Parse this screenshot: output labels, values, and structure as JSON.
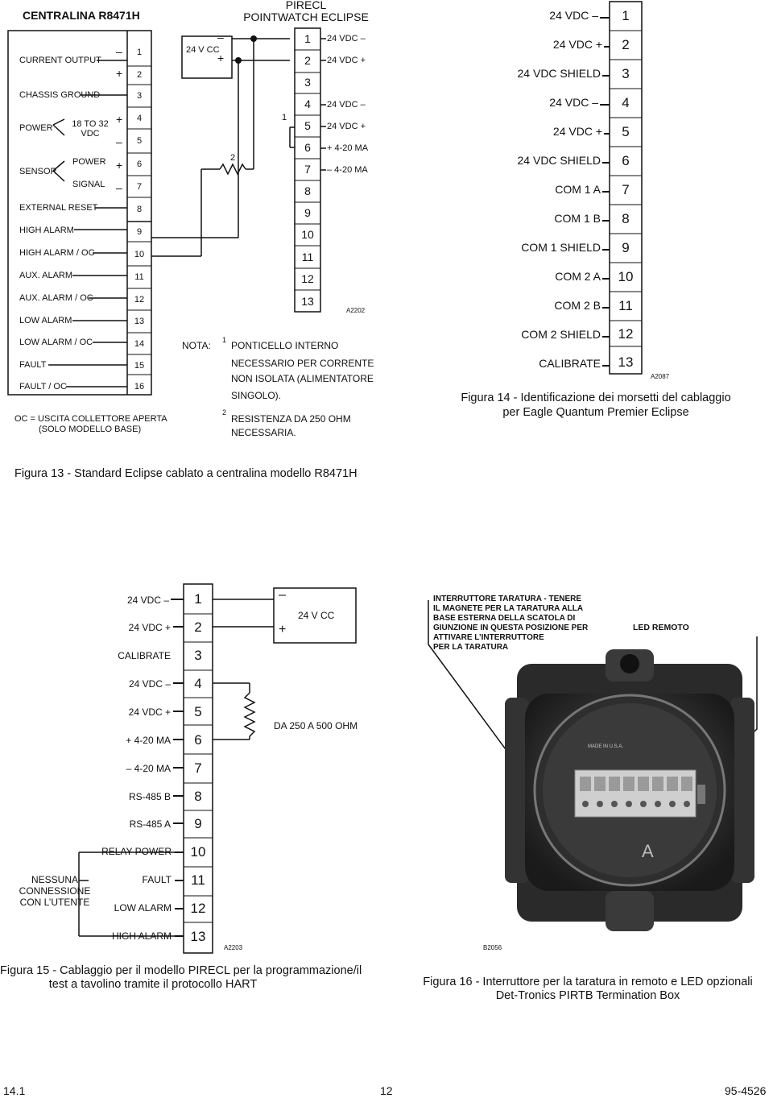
{
  "fig13": {
    "title": "CENTRALINA R8471H",
    "pointwatch_title_1": "PIRECL",
    "pointwatch_title_2": "POINTWATCH ECLIPSE",
    "left_labels": {
      "current_output": "CURRENT OUTPUT",
      "chassis_ground": "CHASSIS GROUND",
      "power": "POWER",
      "power_range_1": "18 TO 32",
      "power_range_2": "VDC",
      "sensor": "SENSOR",
      "sensor_power": "POWER",
      "sensor_signal": "SIGNAL",
      "external_reset": "EXTERNAL RESET",
      "high_alarm": "HIGH ALARM",
      "high_alarm_oc": "HIGH ALARM / OC",
      "aux_alarm": "AUX. ALARM",
      "aux_alarm_oc": "AUX. ALARM / OC",
      "low_alarm": "LOW ALARM",
      "low_alarm_oc": "LOW ALARM / OC",
      "fault": "FAULT",
      "fault_oc": "FAULT / OC"
    },
    "terminal_numbers": [
      "1",
      "2",
      "3",
      "4",
      "5",
      "6",
      "7",
      "8",
      "9",
      "10",
      "11",
      "12",
      "13",
      "14",
      "15",
      "16"
    ],
    "polarity": {
      "minus": "–",
      "plus": "+"
    },
    "oc_note_1": "OC = USCITA COLLETTORE APERTA",
    "oc_note_2": "(SOLO MODELLO BASE)",
    "supply_label": "24 V CC",
    "pirecl_numbers": [
      "1",
      "2",
      "3",
      "4",
      "5",
      "6",
      "7",
      "8",
      "9",
      "10",
      "11",
      "12",
      "13"
    ],
    "pirecl_labels": {
      "t1": "24 VDC –",
      "t2": "24 VDC +",
      "t4": "24 VDC –",
      "t5": "24 VDC +",
      "t6": "+ 4-20 MA",
      "t7": "– 4-20 MA"
    },
    "note_marker_1": "1",
    "note_marker_2": "2",
    "code": "A2202",
    "nota_label": "NOTA:",
    "note1_lines": [
      "PONTICELLO INTERNO",
      "NECESSARIO PER CORRENTE",
      "NON ISOLATA (ALIMENTATORE",
      "SINGOLO)."
    ],
    "note2_lines": [
      "RESISTENZA DA 250 OHM",
      "NECESSARIA."
    ],
    "caption": "Figura 13 - Standard Eclipse cablato a centralina modello R8471H"
  },
  "fig14": {
    "labels": [
      "24 VDC –",
      "24 VDC +",
      "24 VDC SHIELD",
      "24 VDC –",
      "24 VDC +",
      "24 VDC SHIELD",
      "COM 1 A",
      "COM 1 B",
      "COM 1 SHIELD",
      "COM 2 A",
      "COM 2 B",
      "COM 2 SHIELD",
      "CALIBRATE"
    ],
    "numbers": [
      "1",
      "2",
      "3",
      "4",
      "5",
      "6",
      "7",
      "8",
      "9",
      "10",
      "11",
      "12",
      "13"
    ],
    "code": "A2087",
    "caption_1": "Figura 14 - Identificazione dei morsetti del cablaggio",
    "caption_2": "per Eagle Quantum Premier Eclipse"
  },
  "fig15": {
    "labels": [
      "24 VDC –",
      "24 VDC +",
      "CALIBRATE",
      "24 VDC –",
      "24 VDC +",
      "+ 4-20 MA",
      "– 4-20 MA",
      "RS-485 B",
      "RS-485 A",
      "RELAY POWER",
      "FAULT",
      "LOW ALARM",
      "HIGH ALARM"
    ],
    "numbers": [
      "1",
      "2",
      "3",
      "4",
      "5",
      "6",
      "7",
      "8",
      "9",
      "10",
      "11",
      "12",
      "13"
    ],
    "supply_label": "24 V CC",
    "supply_minus": "–",
    "supply_plus": "+",
    "resistor_label": "DA 250 A 500 OHM",
    "no_connect_1": "NESSUNA",
    "no_connect_2": "CONNESSIONE",
    "no_connect_3": "CON L’UTENTE",
    "code": "A2203",
    "caption_1": "Figura 15 - Cablaggio per il modello PIRECL per la programmazione/il",
    "caption_2": "test a tavolino tramite il protocollo HART"
  },
  "fig16": {
    "switch_note": [
      "INTERRUTTORE TARATURA - TENERE",
      "IL MAGNETE PER LA TARATURA ALLA",
      "BASE ESTERNA DELLA SCATOLA DI",
      "GIUNZIONE IN QUESTA POSIZIONE PER",
      "ATTIVARE L’INTERRUTTORE",
      "PER LA TARATURA"
    ],
    "led_label": "LED REMOTO",
    "code": "B2056",
    "caption_1": "Figura 16 - Interruttore per la taratura in remoto e LED opzionali",
    "caption_2": "Det-Tronics PIRTB Termination Box",
    "photo_marks": {
      "made_in": "MADE IN U.S.A.",
      "letter": "A"
    }
  },
  "footer": {
    "left": "14.1",
    "center": "12",
    "right": "95-4526"
  }
}
